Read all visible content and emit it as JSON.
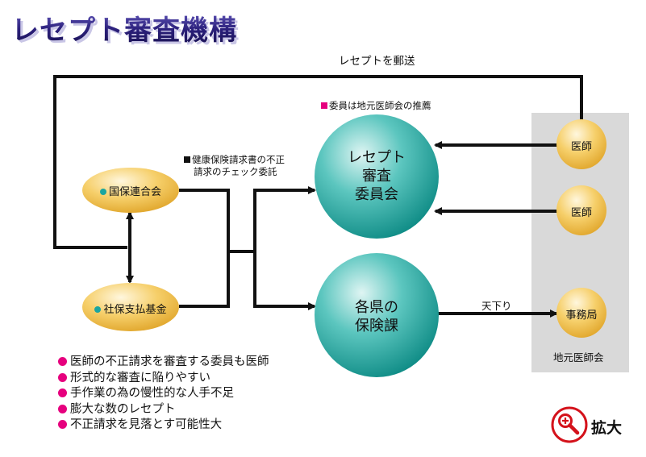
{
  "title": "レセプト審査機構",
  "top_label": "レセプトを郵送",
  "committee_note": "委員は地元医師会の推薦",
  "contract_note": {
    "line1": "健康保険請求書の不正",
    "line2": "請求のチェック委託"
  },
  "nodes": {
    "kokuho": "国保連合会",
    "shaho": "社保支払基金",
    "committee": [
      "レセプト",
      "審査",
      "委員会"
    ],
    "hokenka": [
      "各県の",
      "保険課"
    ],
    "doctor1": "医師",
    "doctor2": "医師",
    "office": "事務局"
  },
  "descent_label": "天下り",
  "local_assoc": "地元医師会",
  "bullets": [
    "医師の不正請求を審査する委員も医師",
    "形式的な審査に陥りやすい",
    "手作業の為の慢性的な人手不足",
    "膨大な数のレセプト",
    "不正請求を見落とす可能性大"
  ],
  "zoom": {
    "label": "拡大",
    "icon": "magnifier-plus-icon"
  },
  "colors": {
    "teal": "#1aa5a0",
    "gold": "#f3c24e",
    "pink": "#e6007e",
    "gray_panel": "#d9d9d9",
    "zoom_red": "#d4121b"
  }
}
